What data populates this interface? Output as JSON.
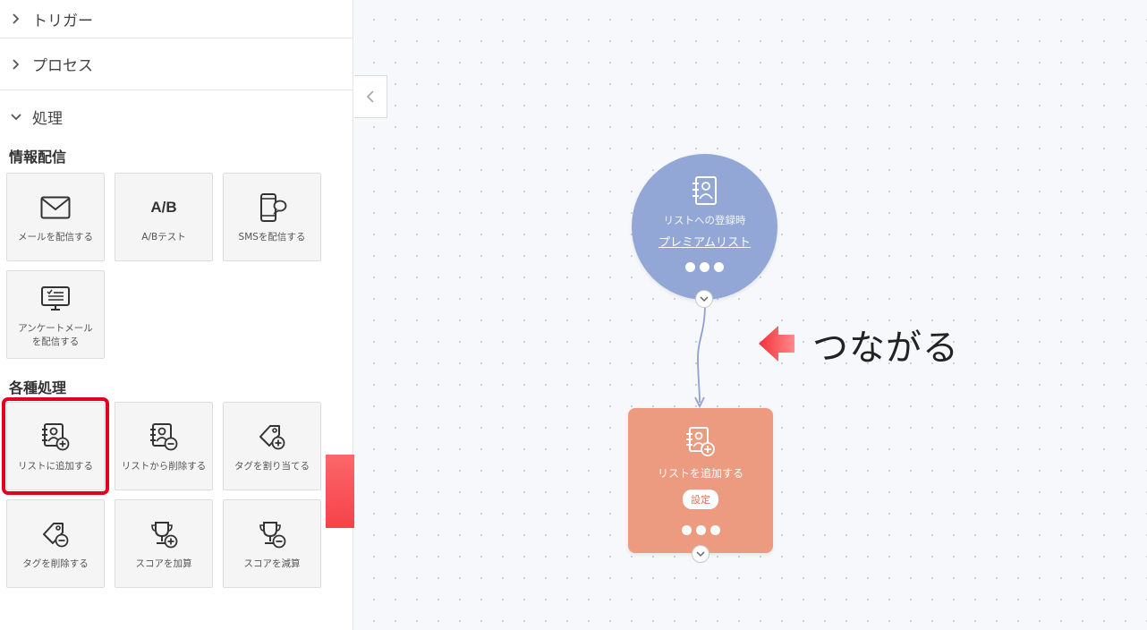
{
  "sidebar": {
    "accordions": [
      {
        "label": "トリガー",
        "state": "collapsed"
      },
      {
        "label": "プロセス",
        "state": "collapsed"
      },
      {
        "label": "処理",
        "state": "expanded"
      }
    ],
    "sections": [
      {
        "title": "情報配信",
        "tiles": [
          {
            "label": "メールを配信する",
            "icon": "mail-icon"
          },
          {
            "label": "A/Bテスト",
            "icon": "ab-test-icon",
            "icon_text": "A/B"
          },
          {
            "label": "SMSを配信する",
            "icon": "sms-phone-icon"
          },
          {
            "label": "アンケートメール\nを配信する",
            "icon": "survey-monitor-icon"
          }
        ]
      },
      {
        "title": "各種処理",
        "tiles": [
          {
            "label": "リストに追加する",
            "icon": "list-add-icon",
            "highlighted": true
          },
          {
            "label": "リストから削除する",
            "icon": "list-remove-icon"
          },
          {
            "label": "タグを割り当てる",
            "icon": "tag-add-icon"
          },
          {
            "label": "タグを削除する",
            "icon": "tag-remove-icon"
          },
          {
            "label": "スコアを加算",
            "icon": "trophy-add-icon"
          },
          {
            "label": "スコアを減算",
            "icon": "trophy-remove-icon"
          }
        ]
      }
    ]
  },
  "canvas": {
    "trigger_node": {
      "title": "リストへの登録時",
      "link": "プレミアムリスト",
      "color": "#93a7d6"
    },
    "action_node": {
      "title": "リストを追加する",
      "settings_label": "設定",
      "color": "#ed9b80"
    },
    "annotation": "つながる",
    "highlight_color": "#e3001f",
    "arrow_color": "#f5494f"
  }
}
